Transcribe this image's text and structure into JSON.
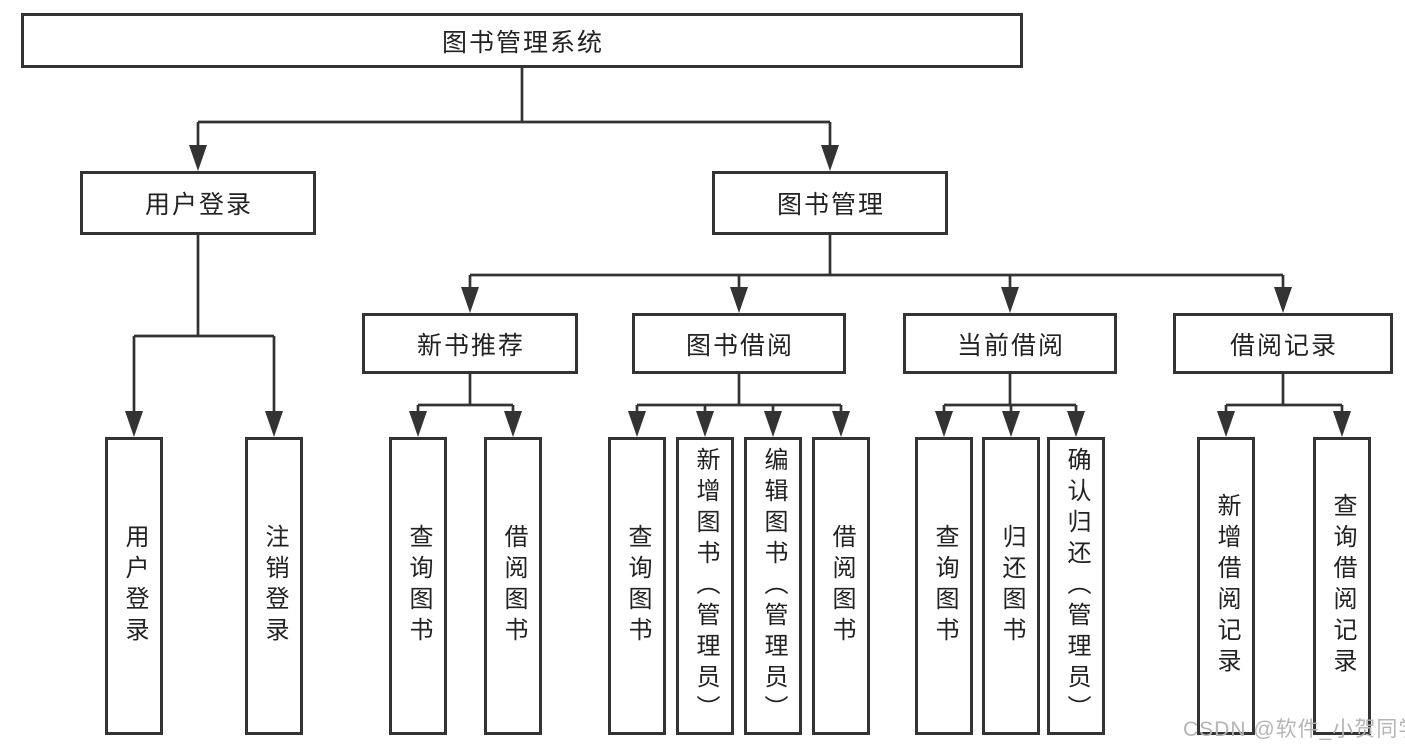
{
  "diagram_title": "图书管理系统",
  "nodes": {
    "root": "图书管理系统",
    "login": "用户登录",
    "manage": "图书管理",
    "login_children": [
      "用户登录",
      "注销登录"
    ],
    "manage_children": [
      "新书推荐",
      "图书借阅",
      "当前借阅",
      "借阅记录"
    ],
    "newbook_children": [
      "查询图书",
      "借阅图书"
    ],
    "borrow_children": [
      "查询图书",
      "新增图书（管理员）",
      "编辑图书（管理员）",
      "借阅图书"
    ],
    "current_children": [
      "查询图书",
      "归还图书",
      "确认归还（管理员）"
    ],
    "records_children": [
      "新增借阅记录",
      "查询借阅记录"
    ]
  },
  "watermark": "CSDN @软件_小贺同学",
  "colors": {
    "line": "#333333",
    "text": "#222222",
    "watermark": "#b5b5b5",
    "background": "#ffffff"
  }
}
